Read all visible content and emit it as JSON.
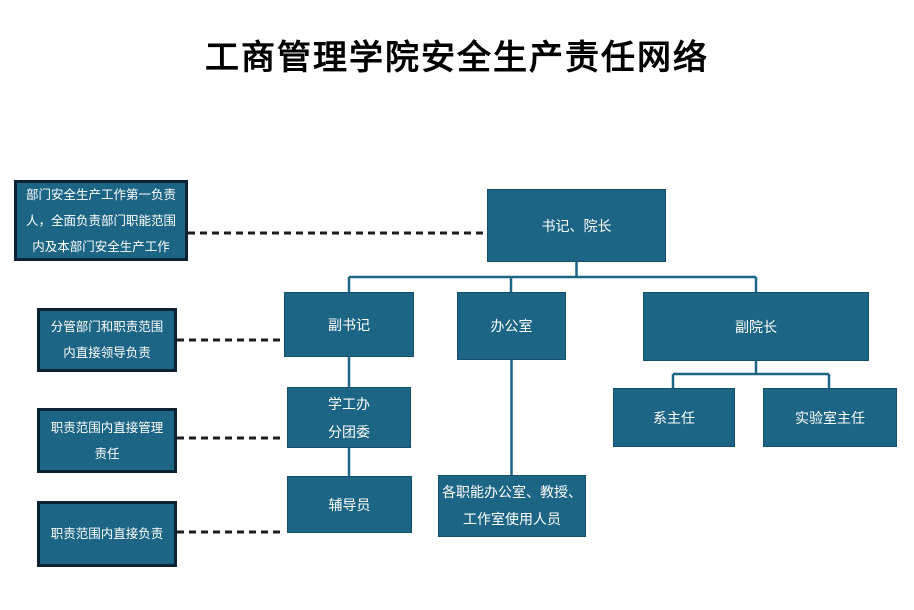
{
  "title": "工商管理学院安全生产责任网络",
  "colors": {
    "box_fill": "#1d6585",
    "box_border": "#14506b",
    "annotation_border": "#0b2233",
    "connector": "#1d6585",
    "dashed": "#1c1c1c",
    "text": "#ffffff",
    "title_color": "#000000"
  },
  "chart": {
    "nodes": {
      "secretary_dean": {
        "label": "书记、院长"
      },
      "deputy_secretary": {
        "label": "副书记"
      },
      "office": {
        "label": "办公室"
      },
      "deputy_dean": {
        "label": "副院长"
      },
      "student_affairs": {
        "lines": [
          "学工办",
          "分团委"
        ]
      },
      "dept_head": {
        "label": "系主任"
      },
      "lab_director": {
        "label": "实验室主任"
      },
      "counselor": {
        "label": "辅导员"
      },
      "functional_users": {
        "lines": [
          "各职能办公室、教授、",
          "工作室使用人员"
        ]
      }
    },
    "annotations": [
      {
        "lines": [
          "部门安全生产工作第一负责",
          "人，全面负责部门职能范围",
          "内及本部门安全生产工作"
        ]
      },
      {
        "lines": [
          "分管部门和职责范围",
          "内直接领导负责"
        ]
      },
      {
        "lines": [
          "职责范围内直接管理",
          "责任"
        ]
      },
      {
        "lines": [
          "职责范围内直接负责"
        ]
      }
    ]
  }
}
